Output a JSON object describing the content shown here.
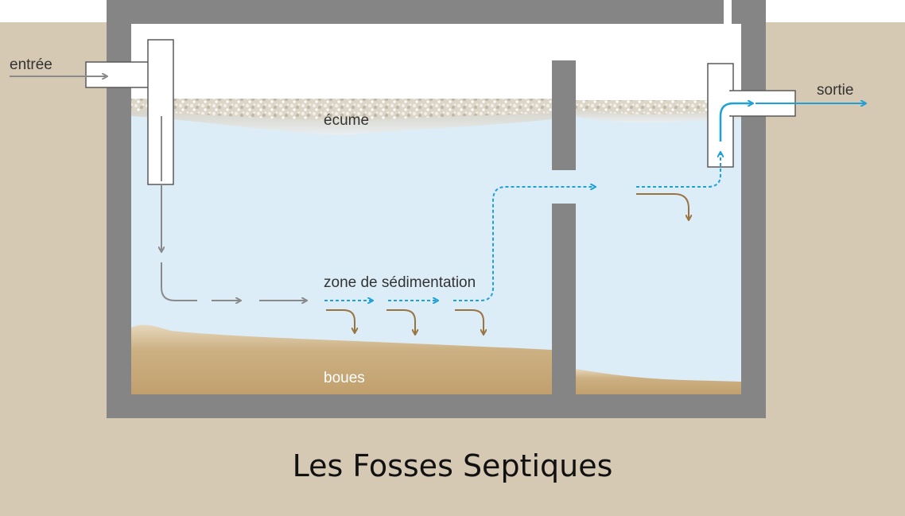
{
  "colors": {
    "ground": "#d6c9b3",
    "concrete": "#858585",
    "water": "#dcedf8",
    "sludge": "#c6a877",
    "scum": "#e4dfd2",
    "air": "#ffffff",
    "flow_gray": "#8a8a8a",
    "flow_blue": "#1ea0d8",
    "flow_brown": "#9a7440"
  },
  "icons": [
    "arrow-right-icon"
  ],
  "labels": {
    "inlet": "entrée",
    "outlet": "sortie",
    "scum": "écume",
    "settling_zone": "zone de sédimentation",
    "sludge": "boues"
  },
  "title": "Les Fosses Septiques"
}
